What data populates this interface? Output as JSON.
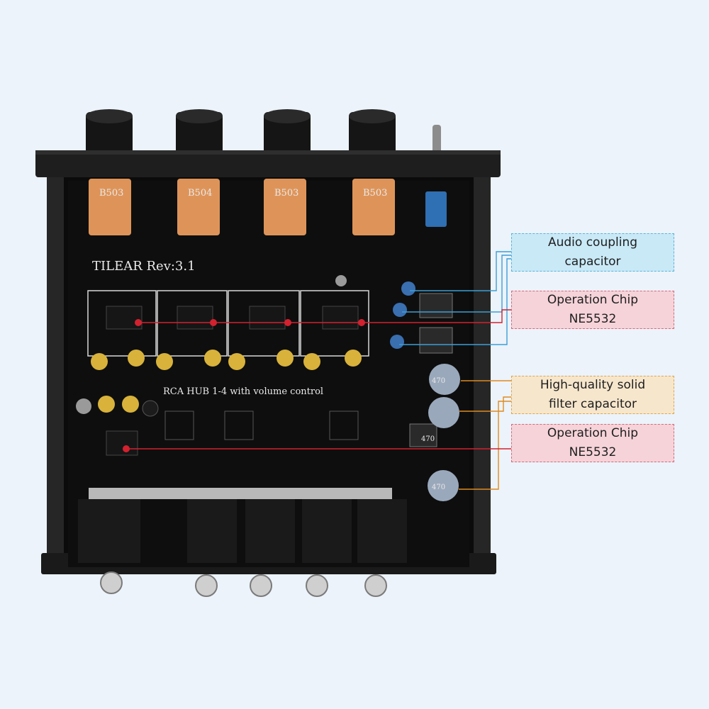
{
  "board": {
    "title": "TILEAR  Rev:3.1",
    "subtitle": "RCA HUB 1-4 with volume control"
  },
  "potentiometers": [
    "B503",
    "B504",
    "B503",
    "B503"
  ],
  "capacitor_markings": [
    "470",
    "470",
    "470"
  ],
  "callouts": [
    {
      "line1": "Audio coupling",
      "line2": "capacitor",
      "background": "#c9e9f7",
      "border": "#59b4d9",
      "line_color": "#3a9fd6"
    },
    {
      "line1": "Operation Chip",
      "line2": "NE5532",
      "background": "#f5d3d9",
      "border": "#d46a7b",
      "line_color": "#d3212f"
    },
    {
      "line1": "High-quality solid",
      "line2": "filter capacitor",
      "background": "#f6e6cc",
      "border": "#e0a64b",
      "line_color": "#e08a1e"
    },
    {
      "line1": "Operation Chip",
      "line2": "NE5532",
      "background": "#f5d3d9",
      "border": "#d46a7b",
      "line_color": "#d3212f"
    }
  ],
  "colors": {
    "background": "#ecf3fa",
    "enclosure": "#1b1b1b",
    "pcb": "#0d0d0d",
    "potentiometer": "#f0a060",
    "gold_cap": "#d8b23a"
  }
}
